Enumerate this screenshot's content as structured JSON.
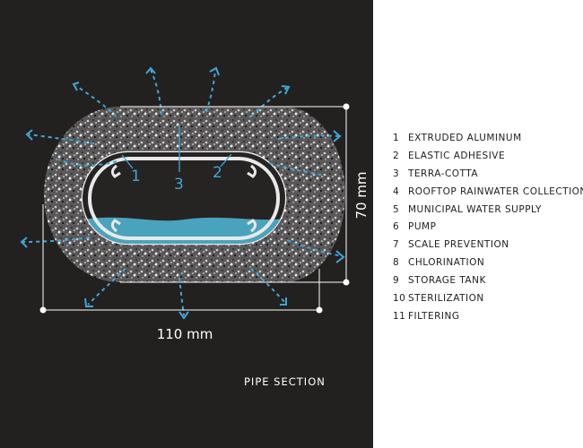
{
  "diagram": {
    "width_label": "110 mm",
    "height_label": "70 mm",
    "section_title": "PIPE SECTION",
    "callouts": [
      "1",
      "3",
      "2"
    ],
    "colors": {
      "background": "#232020",
      "accent": "#3fa6d6",
      "water": "#4aa3bd"
    }
  },
  "legend": [
    {
      "num": "1",
      "label": "EXTRUDED ALUMINUM"
    },
    {
      "num": "2",
      "label": "ELASTIC ADHESIVE"
    },
    {
      "num": "3",
      "label": "TERRA-COTTA"
    },
    {
      "num": "4",
      "label": "ROOFTOP RAINWATER COLLECTION"
    },
    {
      "num": "5",
      "label": "MUNICIPAL WATER SUPPLY"
    },
    {
      "num": "6",
      "label": "PUMP"
    },
    {
      "num": "7",
      "label": "SCALE PREVENTION"
    },
    {
      "num": "8",
      "label": "CHLORINATION"
    },
    {
      "num": "9",
      "label": "STORAGE TANK"
    },
    {
      "num": "10",
      "label": "STERILIZATION"
    },
    {
      "num": "11",
      "label": "FILTERING"
    }
  ]
}
